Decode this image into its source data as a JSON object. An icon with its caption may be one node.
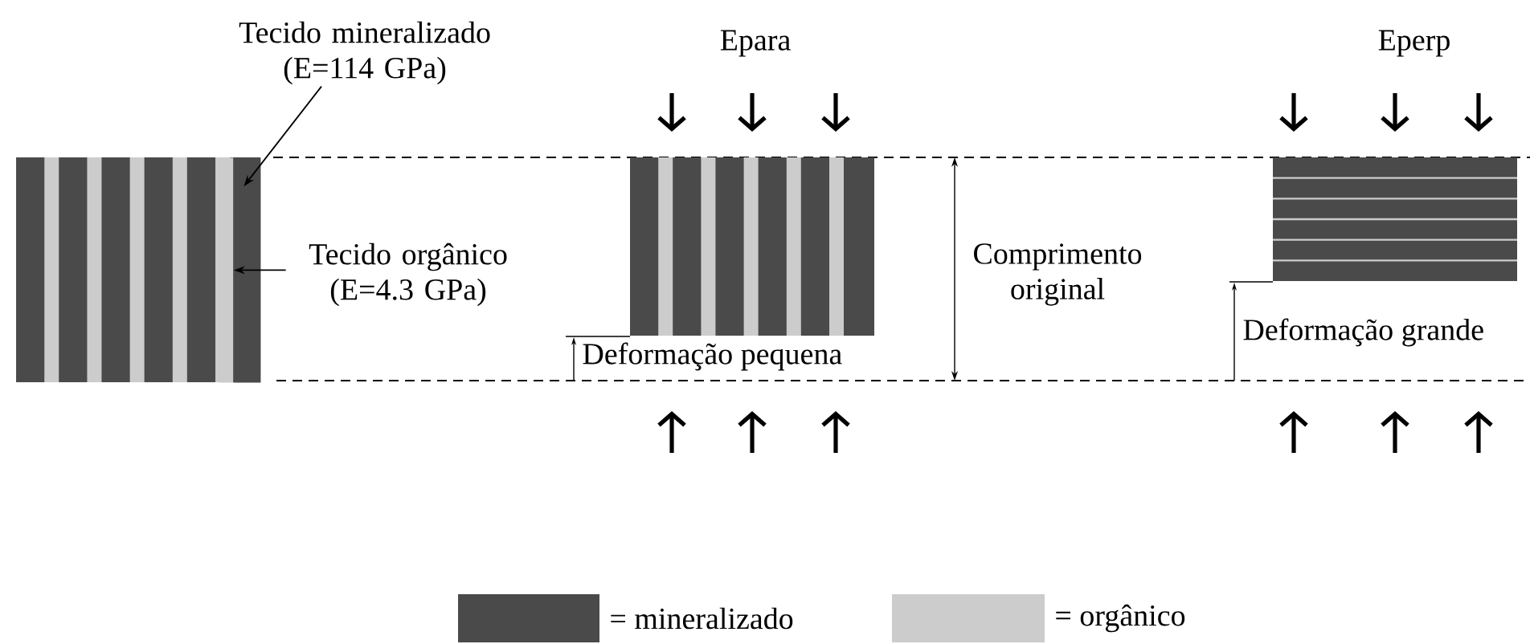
{
  "diagram": {
    "nodes": [
      {
        "text": [
          "Tecido mineralizado (E=114 GPa)"
        ]
      },
      {
        "text": [
          "Tecido orgânico (E=4.3 GPa)"
        ]
      },
      {
        "text": [],
        "shape": "bar"
      },
      {
        "text": [],
        "shape": "bar"
      }
    ],
    "edges": [
      {
        "from": 0,
        "to": 3,
        "arrow": "to"
      },
      {
        "from": 1,
        "to": 2,
        "arrow": "to"
      }
    ],
    "labels": [
      "Epara",
      "Eperp",
      "Comprimento original",
      "Deformação grande",
      "Deformação pequena"
    ],
    "legend": [
      {
        "text": "= mineralizado",
        "color": "#4a4a4a"
      },
      {
        "text": "= orgânico",
        "color": "#cccccc"
      }
    ]
  }
}
